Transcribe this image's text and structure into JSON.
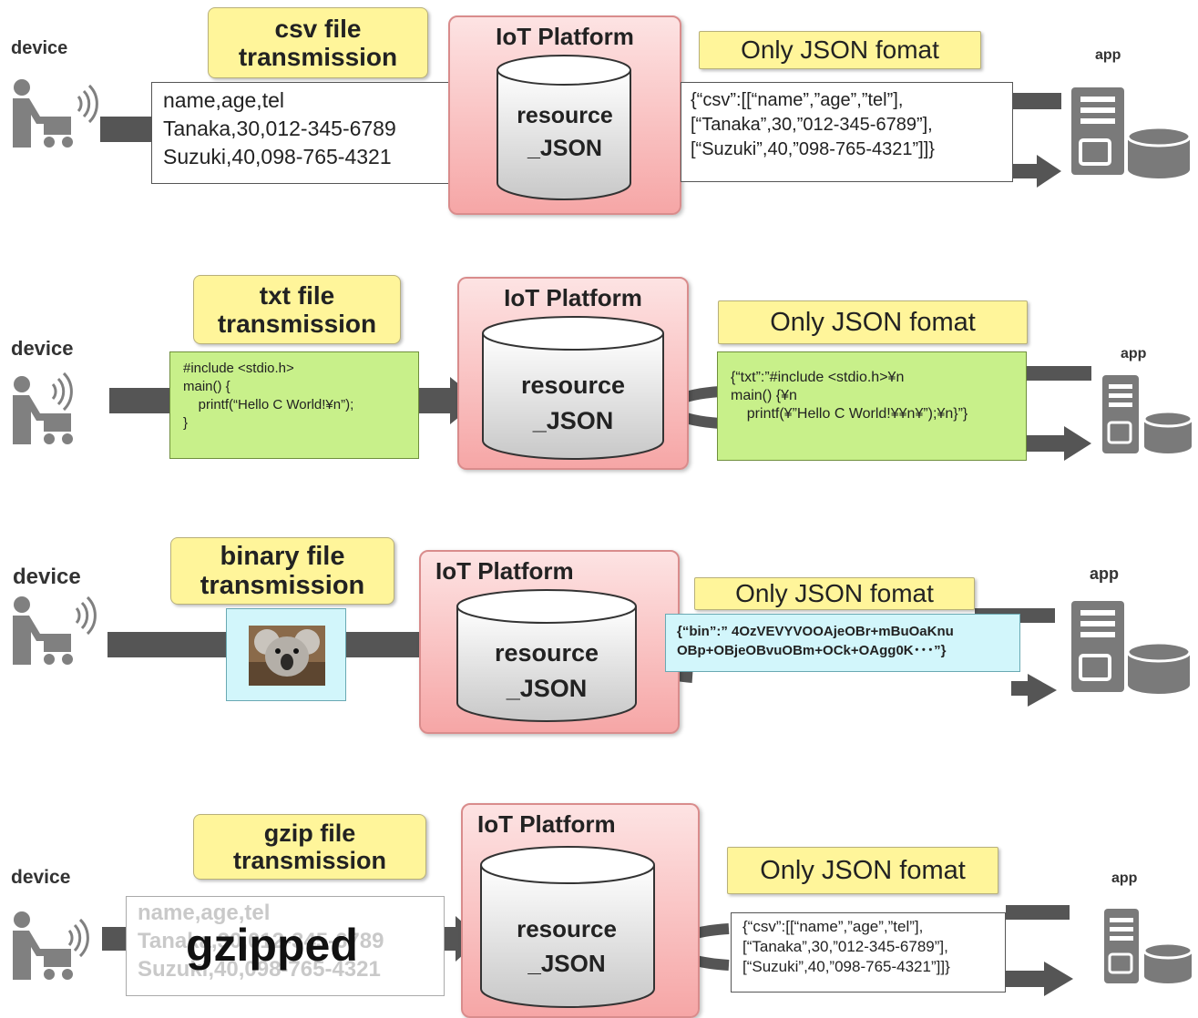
{
  "icons": {
    "device": "person-pushing-cart-icon",
    "wifi": "wifi-signal-icon",
    "app": "server-and-database-icon",
    "binary_image": "koala-photo-icon"
  },
  "colors": {
    "arrow": "#555555",
    "platform_fill": "#f6a6a6",
    "label_fill": "#fff59a",
    "txt_note": "#c8f08a",
    "bin_note": "#d2f6fb"
  },
  "rows": [
    {
      "device_label": "device",
      "transmission": [
        "csv file",
        "transmission"
      ],
      "input_lines": [
        "name,age,tel",
        "Tanaka,30,012-345-6789",
        "Suzuki,40,098-765-4321"
      ],
      "platform_title": "IoT Platform",
      "resource": [
        "resource",
        "_JSON"
      ],
      "json_label": "Only JSON fomat",
      "output_lines": [
        "{“csv”:[[“name”,”age”,”tel”],",
        "[“Tanaka”,30,”012-345-6789”],",
        "[“Suzuki”,40,”098-765-4321”]]}"
      ],
      "app_label": "app"
    },
    {
      "device_label": "device",
      "transmission": [
        "txt file",
        "transmission"
      ],
      "input_lines": [
        "#include <stdio.h>",
        "main() {",
        "    printf(“Hello C World!¥n”);",
        "}"
      ],
      "platform_title": "IoT Platform",
      "resource": [
        "resource",
        "_JSON"
      ],
      "json_label": "Only JSON fomat",
      "output_lines": [
        "{“txt”:”#include <stdio.h>¥n",
        "main() {¥n",
        "    printf(¥”Hello C World!¥¥n¥”);¥n}”}"
      ],
      "app_label": "app"
    },
    {
      "device_label": "device",
      "transmission": [
        "binary file",
        "transmission"
      ],
      "platform_title": "IoT Platform",
      "resource": [
        "resource",
        "_JSON"
      ],
      "json_label": "Only JSON fomat",
      "output_lines": [
        "{“bin”:” 4OzVEVYVOOAjeOBr+mBuOaKnu",
        "OBp+OBjeOBvuOBm+OCk+OAgg0K･･･”}"
      ],
      "app_label": "app"
    },
    {
      "device_label": "device",
      "transmission": [
        "gzip file",
        "transmission"
      ],
      "input_lines": [
        "name,age,tel",
        "Tanaka,30,012-345-6789",
        "Suzuki,40,098-765-4321"
      ],
      "overlay": "gzipped",
      "platform_title": "IoT Platform",
      "resource": [
        "resource",
        "_JSON"
      ],
      "json_label": "Only JSON fomat",
      "output_lines": [
        "{“csv”:[[“name”,”age”,”tel”],",
        "[“Tanaka”,30,”012-345-6789”],",
        "[“Suzuki”,40,”098-765-4321”]]}"
      ],
      "app_label": "app"
    }
  ]
}
